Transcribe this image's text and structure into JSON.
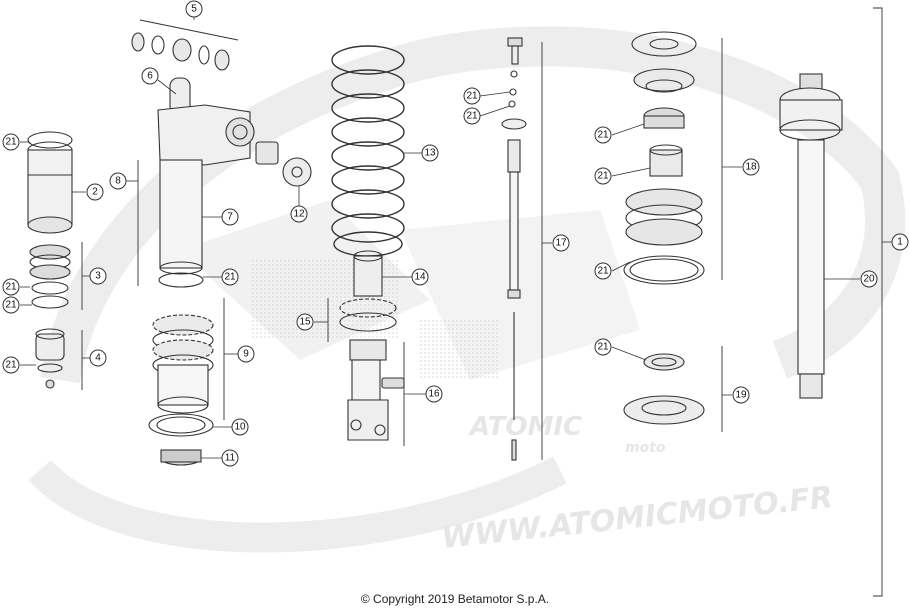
{
  "diagram": {
    "callouts": [
      {
        "id": "c1",
        "label": "1"
      },
      {
        "id": "c2",
        "label": "2"
      },
      {
        "id": "c3",
        "label": "3"
      },
      {
        "id": "c4",
        "label": "4"
      },
      {
        "id": "c5",
        "label": "5"
      },
      {
        "id": "c6",
        "label": "6"
      },
      {
        "id": "c7",
        "label": "7"
      },
      {
        "id": "c8",
        "label": "8"
      },
      {
        "id": "c9",
        "label": "9"
      },
      {
        "id": "c10",
        "label": "10"
      },
      {
        "id": "c11",
        "label": "11"
      },
      {
        "id": "c12",
        "label": "12"
      },
      {
        "id": "c13",
        "label": "13"
      },
      {
        "id": "c14",
        "label": "14"
      },
      {
        "id": "c15",
        "label": "15"
      },
      {
        "id": "c16",
        "label": "16"
      },
      {
        "id": "c17",
        "label": "17"
      },
      {
        "id": "c18",
        "label": "18"
      },
      {
        "id": "c19",
        "label": "19"
      },
      {
        "id": "c20",
        "label": "20"
      },
      {
        "id": "c21",
        "label": "21"
      }
    ]
  },
  "watermark": {
    "url": "WWW.ATOMICMOTO.FR",
    "brand": "ATOMIC",
    "brand_sub": "moto"
  },
  "footer": {
    "copyright": "© Copyright 2019 Betamotor S.p.A."
  }
}
